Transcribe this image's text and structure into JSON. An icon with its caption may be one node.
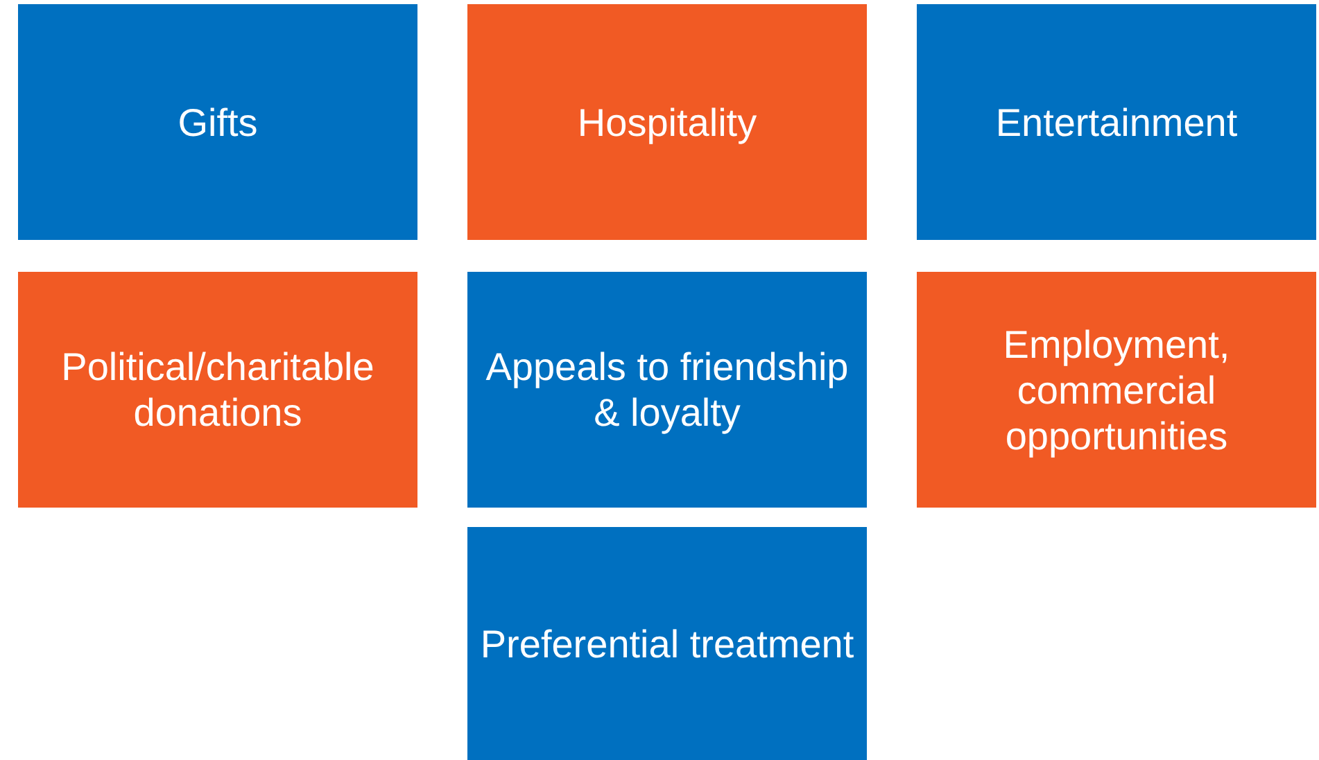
{
  "diagram": {
    "nodes": [
      {
        "text": [
          "Gifts"
        ]
      },
      {
        "text": [
          "Hospitality"
        ]
      },
      {
        "text": [
          "Entertainment"
        ]
      },
      {
        "text": [
          "Political/charitable donations"
        ]
      },
      {
        "text": [
          "Appeals to friendship & loyalty"
        ]
      },
      {
        "text": [
          "Employment, commercial opportunities"
        ]
      },
      {
        "text": [
          "Preferential treatment"
        ]
      }
    ]
  }
}
